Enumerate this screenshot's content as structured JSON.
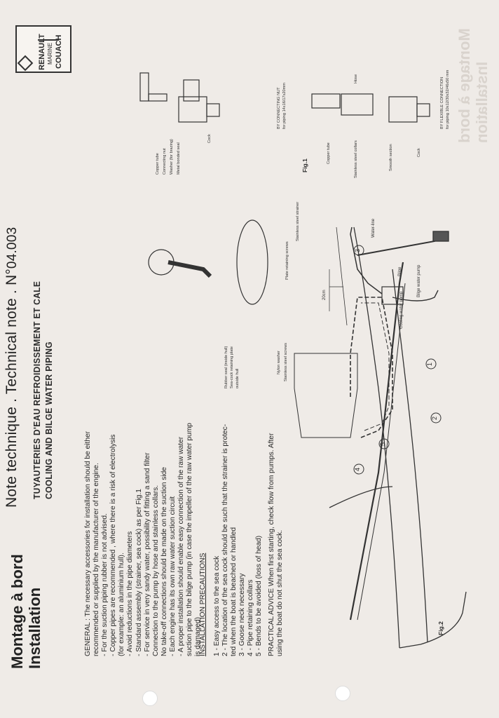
{
  "header": {
    "montage": "Montage à bord",
    "installation": "Installation",
    "note_title": "Note technique . Technical note . N°",
    "note_number": "04.003",
    "subtitle_fr": "TUYAUTERIES D'EAU REFROIDISSEMENT ET CALE",
    "subtitle_en": "COOLING AND BILGE WATER PIPING",
    "logo_lines": [
      "RENAULT",
      "MARINE",
      "COUACH"
    ]
  },
  "general": {
    "heading": "GENERAL",
    "lines": [
      "GENERAL : The necessary accessories for installation should be either",
      "recommended or supplied by the manufacturer of the engine.",
      "- For the suction piping rubber is not advised.",
      "- Copper pipes are recommended , where there is a risk of electrolysis",
      "  (for example: an aluminium hull).",
      "- Avoid reductions in the pipe diameters",
      "- Standard assembly (strainer, sea cock) as per Fig.1",
      "- For service in very sandy water, possibility of fitting a sand filter",
      "  Connection to the pump by hose and stainless collars.",
      "  No take-off connections should be made on the suction side",
      "- Each engine has its own raw water suction circuit",
      "- A proper installation should enable easy connection of the raw water",
      "  suction pipe to the bilge pump (in case the impeller of the raw water pump",
      "  is damaged)"
    ]
  },
  "precautions": {
    "heading": "INSTALLATION PRECAUTIONS",
    "lines": [
      "1 - Easy access to the sea cock",
      "2 - The location of the sea cock should be such that the strainer is protec-",
      "ted when the boat is beached or handled",
      "3 - Goose neck necessary",
      "4 - Pipe retaining collars",
      "5 - Bends to be avoided (loss of head)"
    ]
  },
  "advice": {
    "lines": [
      "PRACTICAL ADVICE  When first starting,  check flow from pumps. After",
      "using the boat do not shut the sea cock."
    ]
  },
  "fig1": {
    "label": "Fig.1",
    "connecting_nut_title": "BY CONNECTING NUT",
    "connecting_nut_spec": "for piping 14x16/17x20mm",
    "flexible_title": "BY FLEXIBLE CONNECTION",
    "flexible_spec": "for piping 10x12/30x32/46x50 mm",
    "parts_top": [
      "Copper tube",
      "Connecting nut",
      "Washer (for brazing)",
      "Metal bonded seal"
    ],
    "cock_top": "Cock",
    "parts_bottom": [
      "Copper tube",
      "Hose",
      "Stainless steel collars",
      "Smooth section",
      "Cock"
    ],
    "strainer_labels": [
      "Plate retaining screws",
      "Stainless steel strainer",
      "Rubber seal (inside hull)",
      "Sea-cock retaining plate",
      "outside hull",
      "Nylon washer",
      "Stainless steel screws"
    ]
  },
  "fig2": {
    "label": "Fig.2",
    "water_line": "Water-line",
    "bilge": "Bilge",
    "bilge_pump": "Bilge water pump",
    "cooling_pump": "Cooling water pump",
    "dimension": "20cm",
    "markers": [
      "1",
      "2",
      "3",
      "4",
      "5"
    ]
  },
  "ghost": {
    "side_text": "Montage à bord",
    "side_text2": "Installation"
  }
}
